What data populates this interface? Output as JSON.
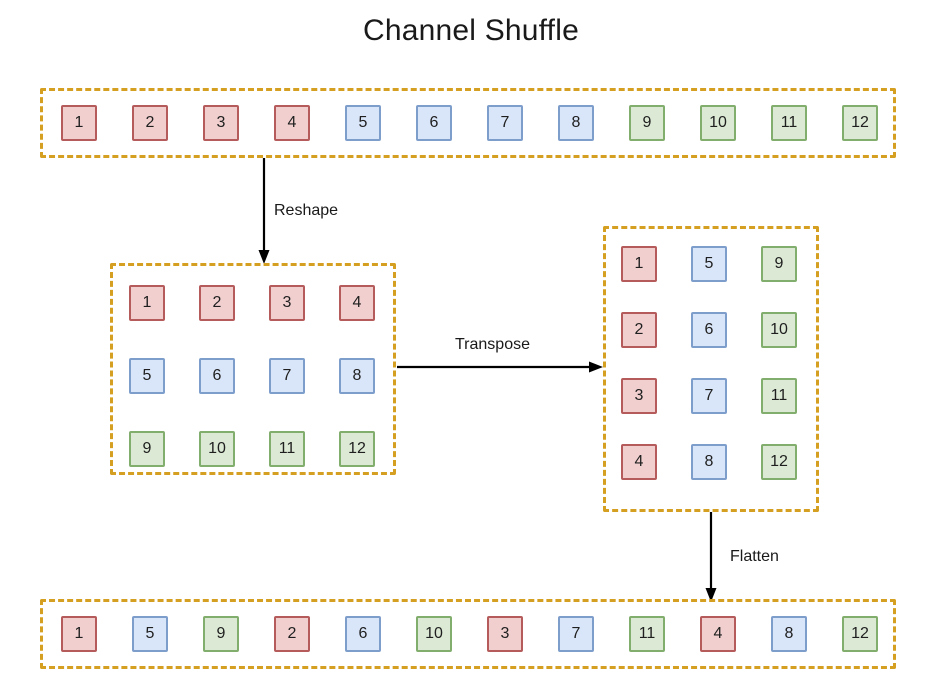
{
  "title": "Channel Shuffle",
  "colors": {
    "group_border": "#d5a021",
    "red_fill": "#f1cfcf",
    "red_border": "#b55b5b",
    "blue_fill": "#d9e5f8",
    "blue_border": "#7d9dcb",
    "green_fill": "#dcead5",
    "green_border": "#81ad6d",
    "arrow": "#000000",
    "text": "#1a1a1a",
    "background": "#ffffff"
  },
  "stages": {
    "input_row": {
      "name": "input-channels",
      "layout": "row",
      "rows": 1,
      "cols": 12,
      "cells": [
        {
          "label": "1",
          "color": "red"
        },
        {
          "label": "2",
          "color": "red"
        },
        {
          "label": "3",
          "color": "red"
        },
        {
          "label": "4",
          "color": "red"
        },
        {
          "label": "5",
          "color": "blue"
        },
        {
          "label": "6",
          "color": "blue"
        },
        {
          "label": "7",
          "color": "blue"
        },
        {
          "label": "8",
          "color": "blue"
        },
        {
          "label": "9",
          "color": "green"
        },
        {
          "label": "10",
          "color": "green"
        },
        {
          "label": "11",
          "color": "green"
        },
        {
          "label": "12",
          "color": "green"
        }
      ]
    },
    "reshaped_grid": {
      "name": "reshaped-grid",
      "layout": "grid",
      "rows": 3,
      "cols": 4,
      "cells": [
        {
          "label": "1",
          "color": "red"
        },
        {
          "label": "2",
          "color": "red"
        },
        {
          "label": "3",
          "color": "red"
        },
        {
          "label": "4",
          "color": "red"
        },
        {
          "label": "5",
          "color": "blue"
        },
        {
          "label": "6",
          "color": "blue"
        },
        {
          "label": "7",
          "color": "blue"
        },
        {
          "label": "8",
          "color": "blue"
        },
        {
          "label": "9",
          "color": "green"
        },
        {
          "label": "10",
          "color": "green"
        },
        {
          "label": "11",
          "color": "green"
        },
        {
          "label": "12",
          "color": "green"
        }
      ]
    },
    "transposed_grid": {
      "name": "transposed-grid",
      "layout": "grid",
      "rows": 4,
      "cols": 3,
      "cells": [
        {
          "label": "1",
          "color": "red"
        },
        {
          "label": "5",
          "color": "blue"
        },
        {
          "label": "9",
          "color": "green"
        },
        {
          "label": "2",
          "color": "red"
        },
        {
          "label": "6",
          "color": "blue"
        },
        {
          "label": "10",
          "color": "green"
        },
        {
          "label": "3",
          "color": "red"
        },
        {
          "label": "7",
          "color": "blue"
        },
        {
          "label": "11",
          "color": "green"
        },
        {
          "label": "4",
          "color": "red"
        },
        {
          "label": "8",
          "color": "blue"
        },
        {
          "label": "12",
          "color": "green"
        }
      ]
    },
    "output_row": {
      "name": "shuffled-channels",
      "layout": "row",
      "rows": 1,
      "cols": 12,
      "cells": [
        {
          "label": "1",
          "color": "red"
        },
        {
          "label": "5",
          "color": "blue"
        },
        {
          "label": "9",
          "color": "green"
        },
        {
          "label": "2",
          "color": "red"
        },
        {
          "label": "6",
          "color": "blue"
        },
        {
          "label": "10",
          "color": "green"
        },
        {
          "label": "3",
          "color": "red"
        },
        {
          "label": "7",
          "color": "blue"
        },
        {
          "label": "11",
          "color": "green"
        },
        {
          "label": "4",
          "color": "red"
        },
        {
          "label": "8",
          "color": "blue"
        },
        {
          "label": "12",
          "color": "green"
        }
      ]
    }
  },
  "arrows": [
    {
      "name": "reshape-arrow",
      "label": "Reshape",
      "direction": "down"
    },
    {
      "name": "transpose-arrow",
      "label": "Transpose",
      "direction": "right"
    },
    {
      "name": "flatten-arrow",
      "label": "Flatten",
      "direction": "down"
    }
  ]
}
